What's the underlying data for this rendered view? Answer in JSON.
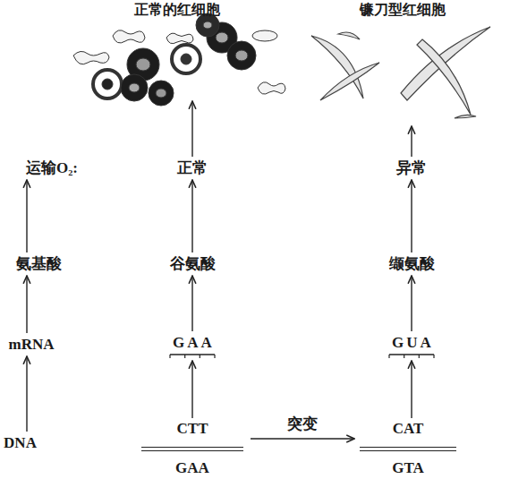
{
  "diagram": {
    "nodes": [
      {
        "text": [
          "正常的红细胞"
        ]
      },
      {
        "text": [
          "镰刀型红细胞"
        ]
      },
      {
        "text": [
          "运输O₂:"
        ]
      },
      {
        "text": [
          "正常"
        ]
      },
      {
        "text": [
          "异常"
        ]
      },
      {
        "text": [
          "氨基酸"
        ]
      },
      {
        "text": [
          "谷氨酸"
        ]
      },
      {
        "text": [
          "缬氨酸"
        ]
      },
      {
        "text": [
          "mRNA"
        ]
      },
      {
        "text": [
          "GAA"
        ]
      },
      {
        "text": [
          "GUA"
        ]
      },
      {
        "text": [
          "DNA"
        ]
      },
      {
        "text": [
          "CTT",
          "GAA"
        ]
      },
      {
        "text": [
          "CAT",
          "GTA"
        ]
      }
    ],
    "edges": [
      {
        "from": 3,
        "to": 0,
        "arrow": "to"
      },
      {
        "from": 4,
        "to": 1,
        "arrow": "to"
      },
      {
        "from": 5,
        "to": 2,
        "arrow": "to"
      },
      {
        "from": 6,
        "to": 3,
        "arrow": "to"
      },
      {
        "from": 7,
        "to": 4,
        "arrow": "to"
      },
      {
        "from": 8,
        "to": 5,
        "arrow": "to"
      },
      {
        "from": 9,
        "to": 6,
        "arrow": "to"
      },
      {
        "from": 10,
        "to": 7,
        "arrow": "to"
      },
      {
        "from": 11,
        "to": 8,
        "arrow": "to"
      },
      {
        "from": 12,
        "to": 9,
        "arrow": "to"
      },
      {
        "from": 13,
        "to": 10,
        "arrow": "to"
      },
      {
        "from": 12,
        "to": 13,
        "label": "突变",
        "arrow": "to"
      }
    ]
  }
}
